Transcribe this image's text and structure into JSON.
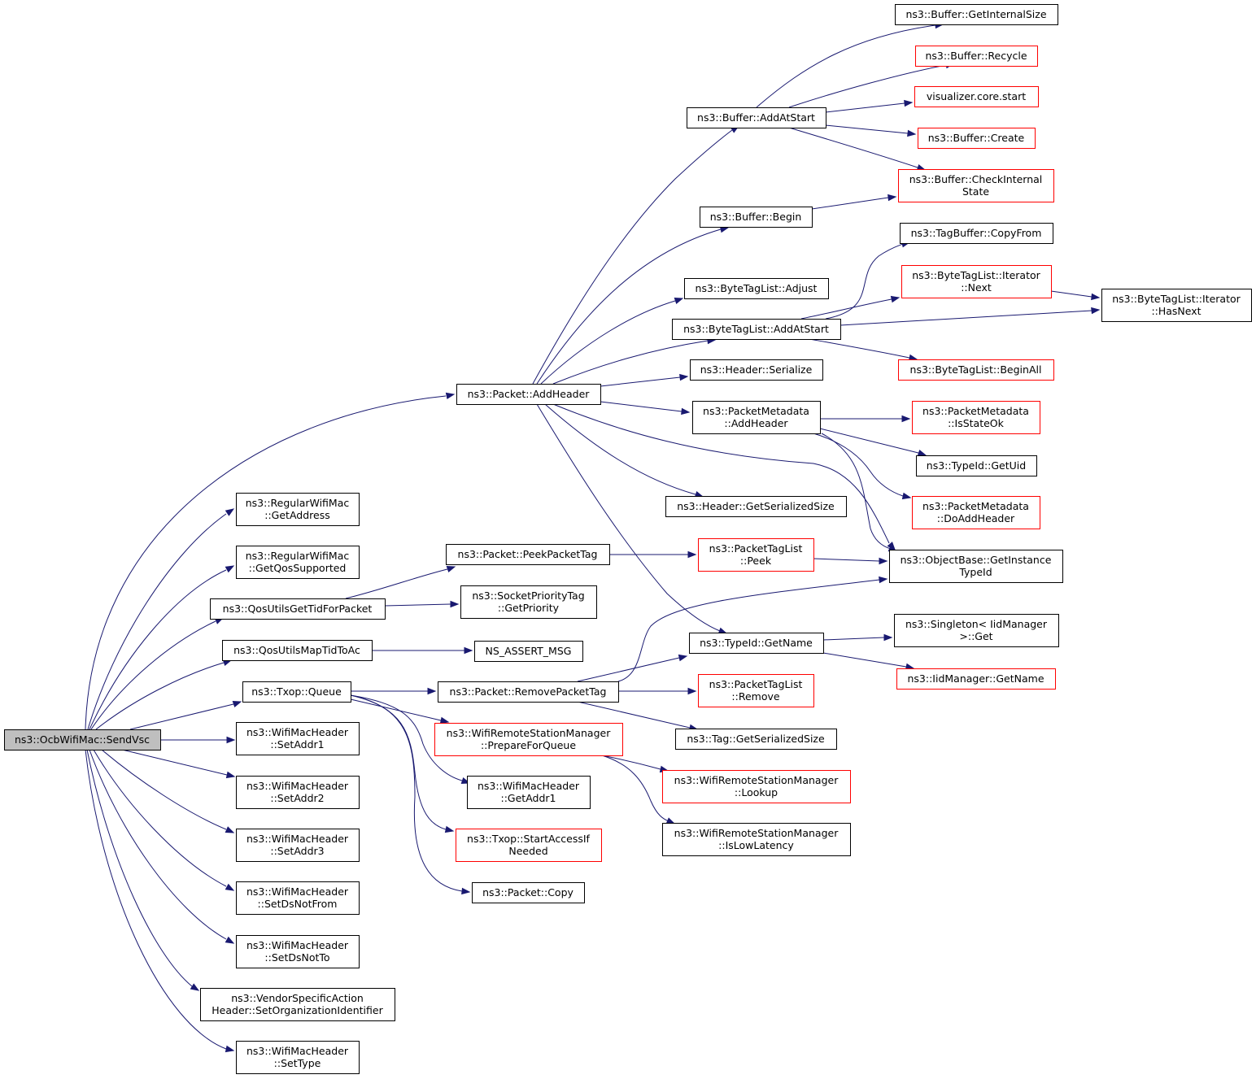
{
  "diagram": {
    "nodes": [
      {
        "id": "sendvsc",
        "lines": [
          "ns3::OcbWifiMac::SendVsc"
        ],
        "style": "root"
      },
      {
        "id": "addheader",
        "lines": [
          "ns3::Packet::AddHeader"
        ],
        "style": "normal"
      },
      {
        "id": "getaddress",
        "lines": [
          "ns3::RegularWifiMac",
          "::GetAddress"
        ],
        "style": "normal"
      },
      {
        "id": "getqossupported",
        "lines": [
          "ns3::RegularWifiMac",
          "::GetQosSupported"
        ],
        "style": "normal"
      },
      {
        "id": "qosgettid",
        "lines": [
          "ns3::QosUtilsGetTidForPacket"
        ],
        "style": "normal"
      },
      {
        "id": "qosmaptid",
        "lines": [
          "ns3::QosUtilsMapTidToAc"
        ],
        "style": "normal"
      },
      {
        "id": "txopqueue",
        "lines": [
          "ns3::Txop::Queue"
        ],
        "style": "normal"
      },
      {
        "id": "setaddr1",
        "lines": [
          "ns3::WifiMacHeader",
          "::SetAddr1"
        ],
        "style": "normal"
      },
      {
        "id": "setaddr2",
        "lines": [
          "ns3::WifiMacHeader",
          "::SetAddr2"
        ],
        "style": "normal"
      },
      {
        "id": "setaddr3",
        "lines": [
          "ns3::WifiMacHeader",
          "::SetAddr3"
        ],
        "style": "normal"
      },
      {
        "id": "setdsnotfrom",
        "lines": [
          "ns3::WifiMacHeader",
          "::SetDsNotFrom"
        ],
        "style": "normal"
      },
      {
        "id": "setdsnotto",
        "lines": [
          "ns3::WifiMacHeader",
          "::SetDsNotTo"
        ],
        "style": "normal"
      },
      {
        "id": "setorgid",
        "lines": [
          "ns3::VendorSpecificAction",
          "Header::SetOrganizationIdentifier"
        ],
        "style": "normal"
      },
      {
        "id": "settype",
        "lines": [
          "ns3::WifiMacHeader",
          "::SetType"
        ],
        "style": "normal"
      },
      {
        "id": "buf_addatstart",
        "lines": [
          "ns3::Buffer::AddAtStart"
        ],
        "style": "normal"
      },
      {
        "id": "buf_begin",
        "lines": [
          "ns3::Buffer::Begin"
        ],
        "style": "normal"
      },
      {
        "id": "btl_adjust",
        "lines": [
          "ns3::ByteTagList::Adjust"
        ],
        "style": "normal"
      },
      {
        "id": "btl_addatstart",
        "lines": [
          "ns3::ByteTagList::AddAtStart"
        ],
        "style": "normal"
      },
      {
        "id": "hdr_serialize",
        "lines": [
          "ns3::Header::Serialize"
        ],
        "style": "normal"
      },
      {
        "id": "pm_addheader",
        "lines": [
          "ns3::PacketMetadata",
          "::AddHeader"
        ],
        "style": "normal"
      },
      {
        "id": "hdr_getsersize",
        "lines": [
          "ns3::Header::GetSerializedSize"
        ],
        "style": "normal"
      },
      {
        "id": "typeid_getname",
        "lines": [
          "ns3::TypeId::GetName"
        ],
        "style": "normal"
      },
      {
        "id": "peekpackettag",
        "lines": [
          "ns3::Packet::PeekPacketTag"
        ],
        "style": "normal"
      },
      {
        "id": "sockprio",
        "lines": [
          "ns3::SocketPriorityTag",
          "::GetPriority"
        ],
        "style": "normal"
      },
      {
        "id": "nsassert",
        "lines": [
          "NS_ASSERT_MSG"
        ],
        "style": "normal"
      },
      {
        "id": "removepackettag",
        "lines": [
          "ns3::Packet::RemovePacketTag"
        ],
        "style": "normal"
      },
      {
        "id": "prepareforqueue",
        "lines": [
          "ns3::WifiRemoteStationManager",
          "::PrepareForQueue"
        ],
        "style": "red"
      },
      {
        "id": "getaddr1",
        "lines": [
          "ns3::WifiMacHeader",
          "::GetAddr1"
        ],
        "style": "normal"
      },
      {
        "id": "startaccess",
        "lines": [
          "ns3::Txop::StartAccessIf",
          "Needed"
        ],
        "style": "red"
      },
      {
        "id": "pktcopy",
        "lines": [
          "ns3::Packet::Copy"
        ],
        "style": "normal"
      },
      {
        "id": "ptl_peek",
        "lines": [
          "ns3::PacketTagList",
          "::Peek"
        ],
        "style": "red"
      },
      {
        "id": "ptl_remove",
        "lines": [
          "ns3::PacketTagList",
          "::Remove"
        ],
        "style": "red"
      },
      {
        "id": "tag_getsersize",
        "lines": [
          "ns3::Tag::GetSerializedSize"
        ],
        "style": "normal"
      },
      {
        "id": "wrsm_lookup",
        "lines": [
          "ns3::WifiRemoteStationManager",
          "::Lookup"
        ],
        "style": "red"
      },
      {
        "id": "wrsm_islowlat",
        "lines": [
          "ns3::WifiRemoteStationManager",
          "::IsLowLatency"
        ],
        "style": "normal"
      },
      {
        "id": "buf_getinternalsize",
        "lines": [
          "ns3::Buffer::GetInternalSize"
        ],
        "style": "normal"
      },
      {
        "id": "buf_recycle",
        "lines": [
          "ns3::Buffer::Recycle"
        ],
        "style": "red"
      },
      {
        "id": "viz_start",
        "lines": [
          "visualizer.core.start"
        ],
        "style": "red"
      },
      {
        "id": "buf_create",
        "lines": [
          "ns3::Buffer::Create"
        ],
        "style": "red"
      },
      {
        "id": "buf_checkinternal",
        "lines": [
          "ns3::Buffer::CheckInternal",
          "State"
        ],
        "style": "red"
      },
      {
        "id": "tagbuf_copyfrom",
        "lines": [
          "ns3::TagBuffer::CopyFrom"
        ],
        "style": "normal"
      },
      {
        "id": "btl_it_next",
        "lines": [
          "ns3::ByteTagList::Iterator",
          "::Next"
        ],
        "style": "red"
      },
      {
        "id": "btl_it_hasnext",
        "lines": [
          "ns3::ByteTagList::Iterator",
          "::HasNext"
        ],
        "style": "normal"
      },
      {
        "id": "btl_beginall",
        "lines": [
          "ns3::ByteTagList::BeginAll"
        ],
        "style": "red"
      },
      {
        "id": "pm_isstateok",
        "lines": [
          "ns3::PacketMetadata",
          "::IsStateOk"
        ],
        "style": "red"
      },
      {
        "id": "typeid_getuid",
        "lines": [
          "ns3::TypeId::GetUid"
        ],
        "style": "normal"
      },
      {
        "id": "pm_doaddheader",
        "lines": [
          "ns3::PacketMetadata",
          "::DoAddHeader"
        ],
        "style": "red"
      },
      {
        "id": "ob_getinstancetypeid",
        "lines": [
          "ns3::ObjectBase::GetInstance",
          "TypeId"
        ],
        "style": "normal"
      },
      {
        "id": "singleton_get",
        "lines": [
          "ns3::Singleton< IidManager",
          ">::Get"
        ],
        "style": "normal"
      },
      {
        "id": "iid_getname",
        "lines": [
          "ns3::IidManager::GetName"
        ],
        "style": "red"
      }
    ]
  }
}
